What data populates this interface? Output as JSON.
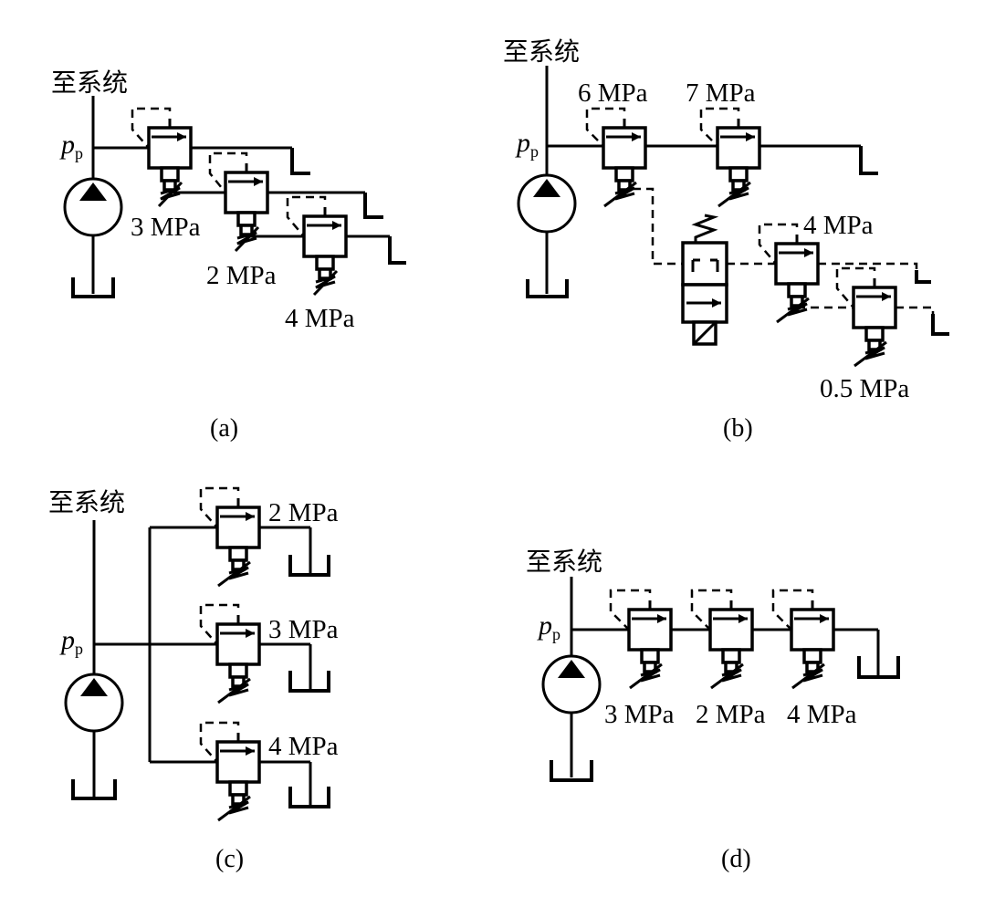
{
  "panels": [
    {
      "id": "a",
      "caption": "(a)",
      "system_label": "至系统",
      "pump_label": "p",
      "pump_sub": "p",
      "pressures": [
        "3 MPa",
        "2 MPa",
        "4 MPa"
      ]
    },
    {
      "id": "b",
      "caption": "(b)",
      "system_label": "至系统",
      "pump_label": "p",
      "pump_sub": "p",
      "pressures": [
        "6 MPa",
        "7 MPa",
        "4 MPa",
        "0.5 MPa"
      ]
    },
    {
      "id": "c",
      "caption": "(c)",
      "system_label": "至系统",
      "pump_label": "p",
      "pump_sub": "p",
      "pressures": [
        "2 MPa",
        "3 MPa",
        "4 MPa"
      ]
    },
    {
      "id": "d",
      "caption": "(d)",
      "system_label": "至系统",
      "pump_label": "p",
      "pump_sub": "p",
      "pressures": [
        "3 MPa",
        "2 MPa",
        "4 MPa"
      ]
    }
  ]
}
